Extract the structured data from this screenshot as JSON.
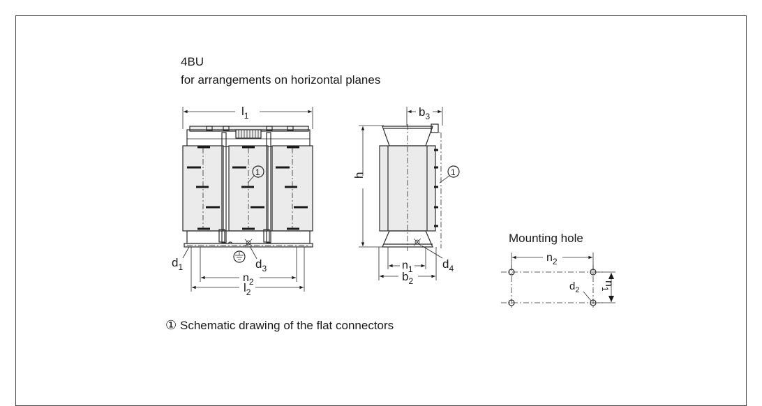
{
  "heading": {
    "line1": "4BU",
    "line2": "for arrangements on horizontal planes"
  },
  "front_view": {
    "dim_l1": "l",
    "dim_l1_sub": "1",
    "dim_n2": "n",
    "dim_n2_sub": "2",
    "dim_l2": "l",
    "dim_l2_sub": "2",
    "label_d1": "d",
    "label_d1_sub": "1",
    "label_d3": "d",
    "label_d3_sub": "3",
    "callout": "1",
    "ground_symbol": "ground-icon"
  },
  "side_view": {
    "dim_b3": "b",
    "dim_b3_sub": "3",
    "dim_h": "h",
    "dim_n1": "n",
    "dim_n1_sub": "1",
    "dim_b2": "b",
    "dim_b2_sub": "2",
    "label_d4": "d",
    "label_d4_sub": "4",
    "callout": "1"
  },
  "mounting_hole": {
    "title": "Mounting hole",
    "dim_n2": "n",
    "dim_n2_sub": "2",
    "dim_n1": "n",
    "dim_n1_sub": "1",
    "label_d2": "d",
    "label_d2_sub": "2"
  },
  "footnote": {
    "marker": "①",
    "text": "Schematic drawing of the flat connectors"
  }
}
